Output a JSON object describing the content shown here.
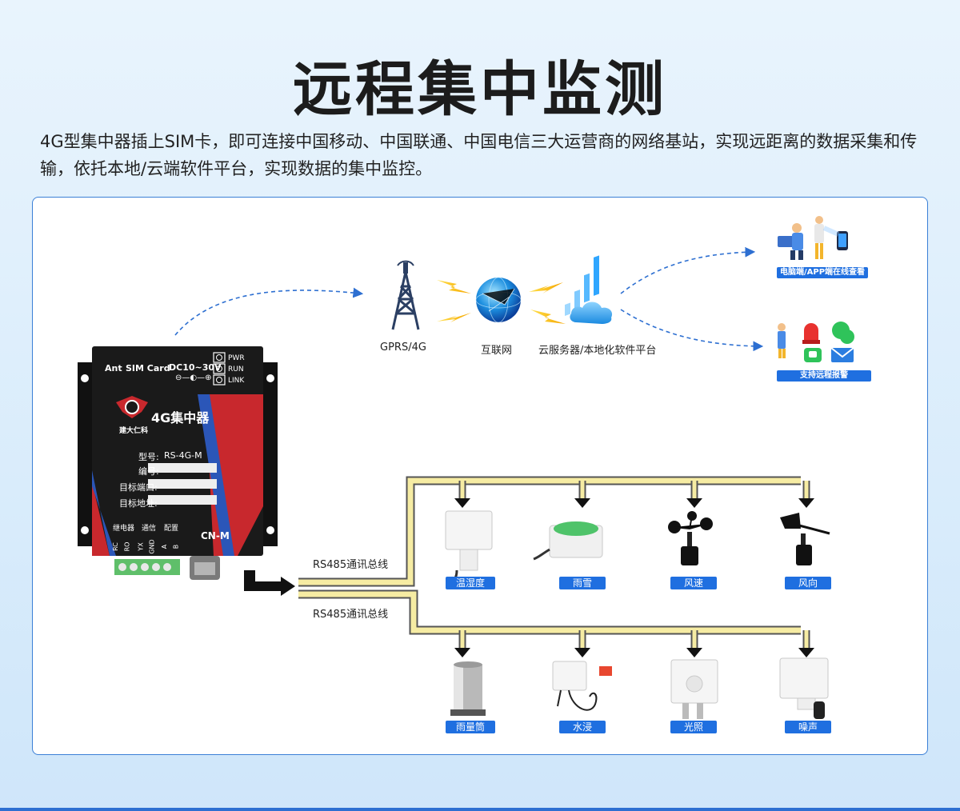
{
  "title": "远程集中监测",
  "description": "4G型集中器插上SIM卡，即可连接中国移动、中国联通、中国电信三大运营商的网络基站，实现远距离的数据采集和传输，依托本地/云端软件平台，实现数据的集中监控。",
  "network": {
    "tower_label": "GPRS/4G",
    "internet_label": "互联网",
    "cloud_label": "云服务器/本地化软件平台",
    "app_label": "电脑端/APP端在线查看",
    "alarm_label": "支持远程报警"
  },
  "device": {
    "ant": "Ant",
    "sim": "SIM Card",
    "dc": "DC10~30V",
    "leds": [
      "PWR",
      "RUN",
      "LINK"
    ],
    "brand": "建大仁科",
    "name": "4G集中器",
    "model_label": "型号:",
    "model_value": "RS-4G-M",
    "number_label": "编号:",
    "port_label": "目标端口:",
    "address_label": "目标地址:",
    "group_relay": "继电器",
    "group_comm": "通信",
    "group_config": "配置",
    "pins": [
      "RC",
      "RO",
      "YX",
      "GND",
      "A",
      "B"
    ],
    "cn": "CN-M"
  },
  "bus_label_1": "RS485通讯总线",
  "bus_label_2": "RS485通讯总线",
  "sensors_row1": [
    "温湿度",
    "雨雪",
    "风速",
    "风向"
  ],
  "sensors_row2": [
    "雨量筒",
    "水浸",
    "光照",
    "噪声"
  ],
  "colors": {
    "accent": "#1f6fe0",
    "device": "#1a1a1a",
    "device_red": "#c8282d",
    "bus": "#f3e8a0"
  }
}
